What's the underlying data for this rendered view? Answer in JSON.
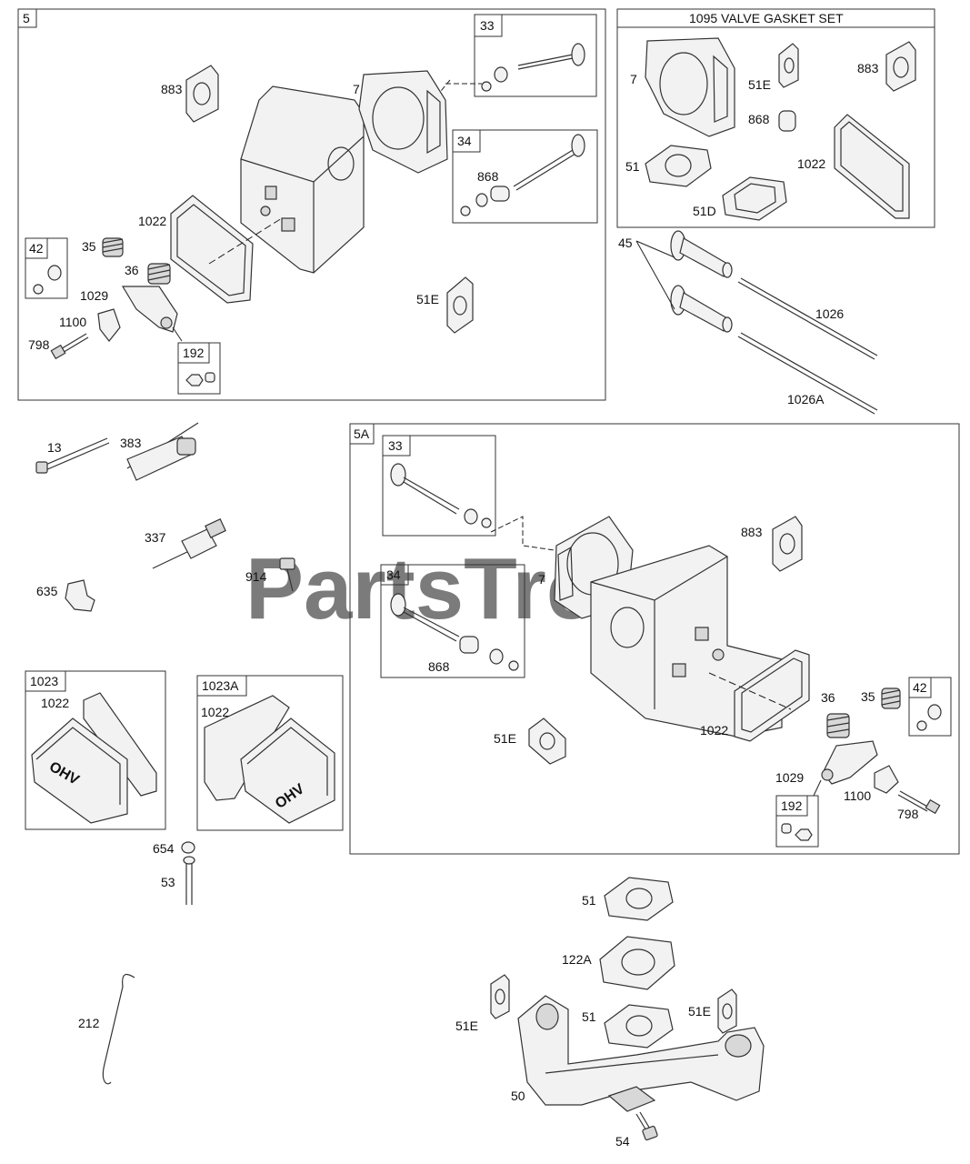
{
  "watermark": "PartsTree",
  "boxes": {
    "top_assembly": "5",
    "valve_gasket_set": "1095 VALVE GASKET SET",
    "mirror_assembly": "5A",
    "valve_33_top": "33",
    "valve_34_top": "34",
    "retainer_42_top": "42",
    "nut_192_top": "192",
    "cover_1023": "1023",
    "cover_1023a": "1023A",
    "valve_33_5a": "33",
    "valve_34_5a": "34",
    "retainer_42_5a": "42",
    "nut_192_5a": "192"
  },
  "labels": {
    "t_883": "883",
    "t_7": "7",
    "t_868": "868",
    "t_1022": "1022",
    "t_35": "35",
    "t_36": "36",
    "t_1029": "1029",
    "t_1100": "1100",
    "t_798": "798",
    "t_51e": "51E",
    "g_7": "7",
    "g_51e": "51E",
    "g_883": "883",
    "g_868": "868",
    "g_51": "51",
    "g_1022": "1022",
    "g_51d": "51D",
    "p_45": "45",
    "p_1026": "1026",
    "p_1026a": "1026A",
    "m_13": "13",
    "m_383": "383",
    "m_337": "337",
    "m_914": "914",
    "m_635": "635",
    "c_1022a": "1022",
    "c_1022b": "1022",
    "c_654": "654",
    "c_53": "53",
    "c_212": "212",
    "a_883": "883",
    "a_7": "7",
    "a_868": "868",
    "a_51e": "51E",
    "a_1022": "1022",
    "a_36": "36",
    "a_35": "35",
    "a_1029": "1029",
    "a_1100": "1100",
    "a_798": "798",
    "e_51": "51",
    "e_122a": "122A",
    "e_51e_l": "51E",
    "e_51e_r": "51E",
    "e_51_b": "51",
    "e_50": "50",
    "e_54": "54"
  },
  "cover_text": "OHV"
}
